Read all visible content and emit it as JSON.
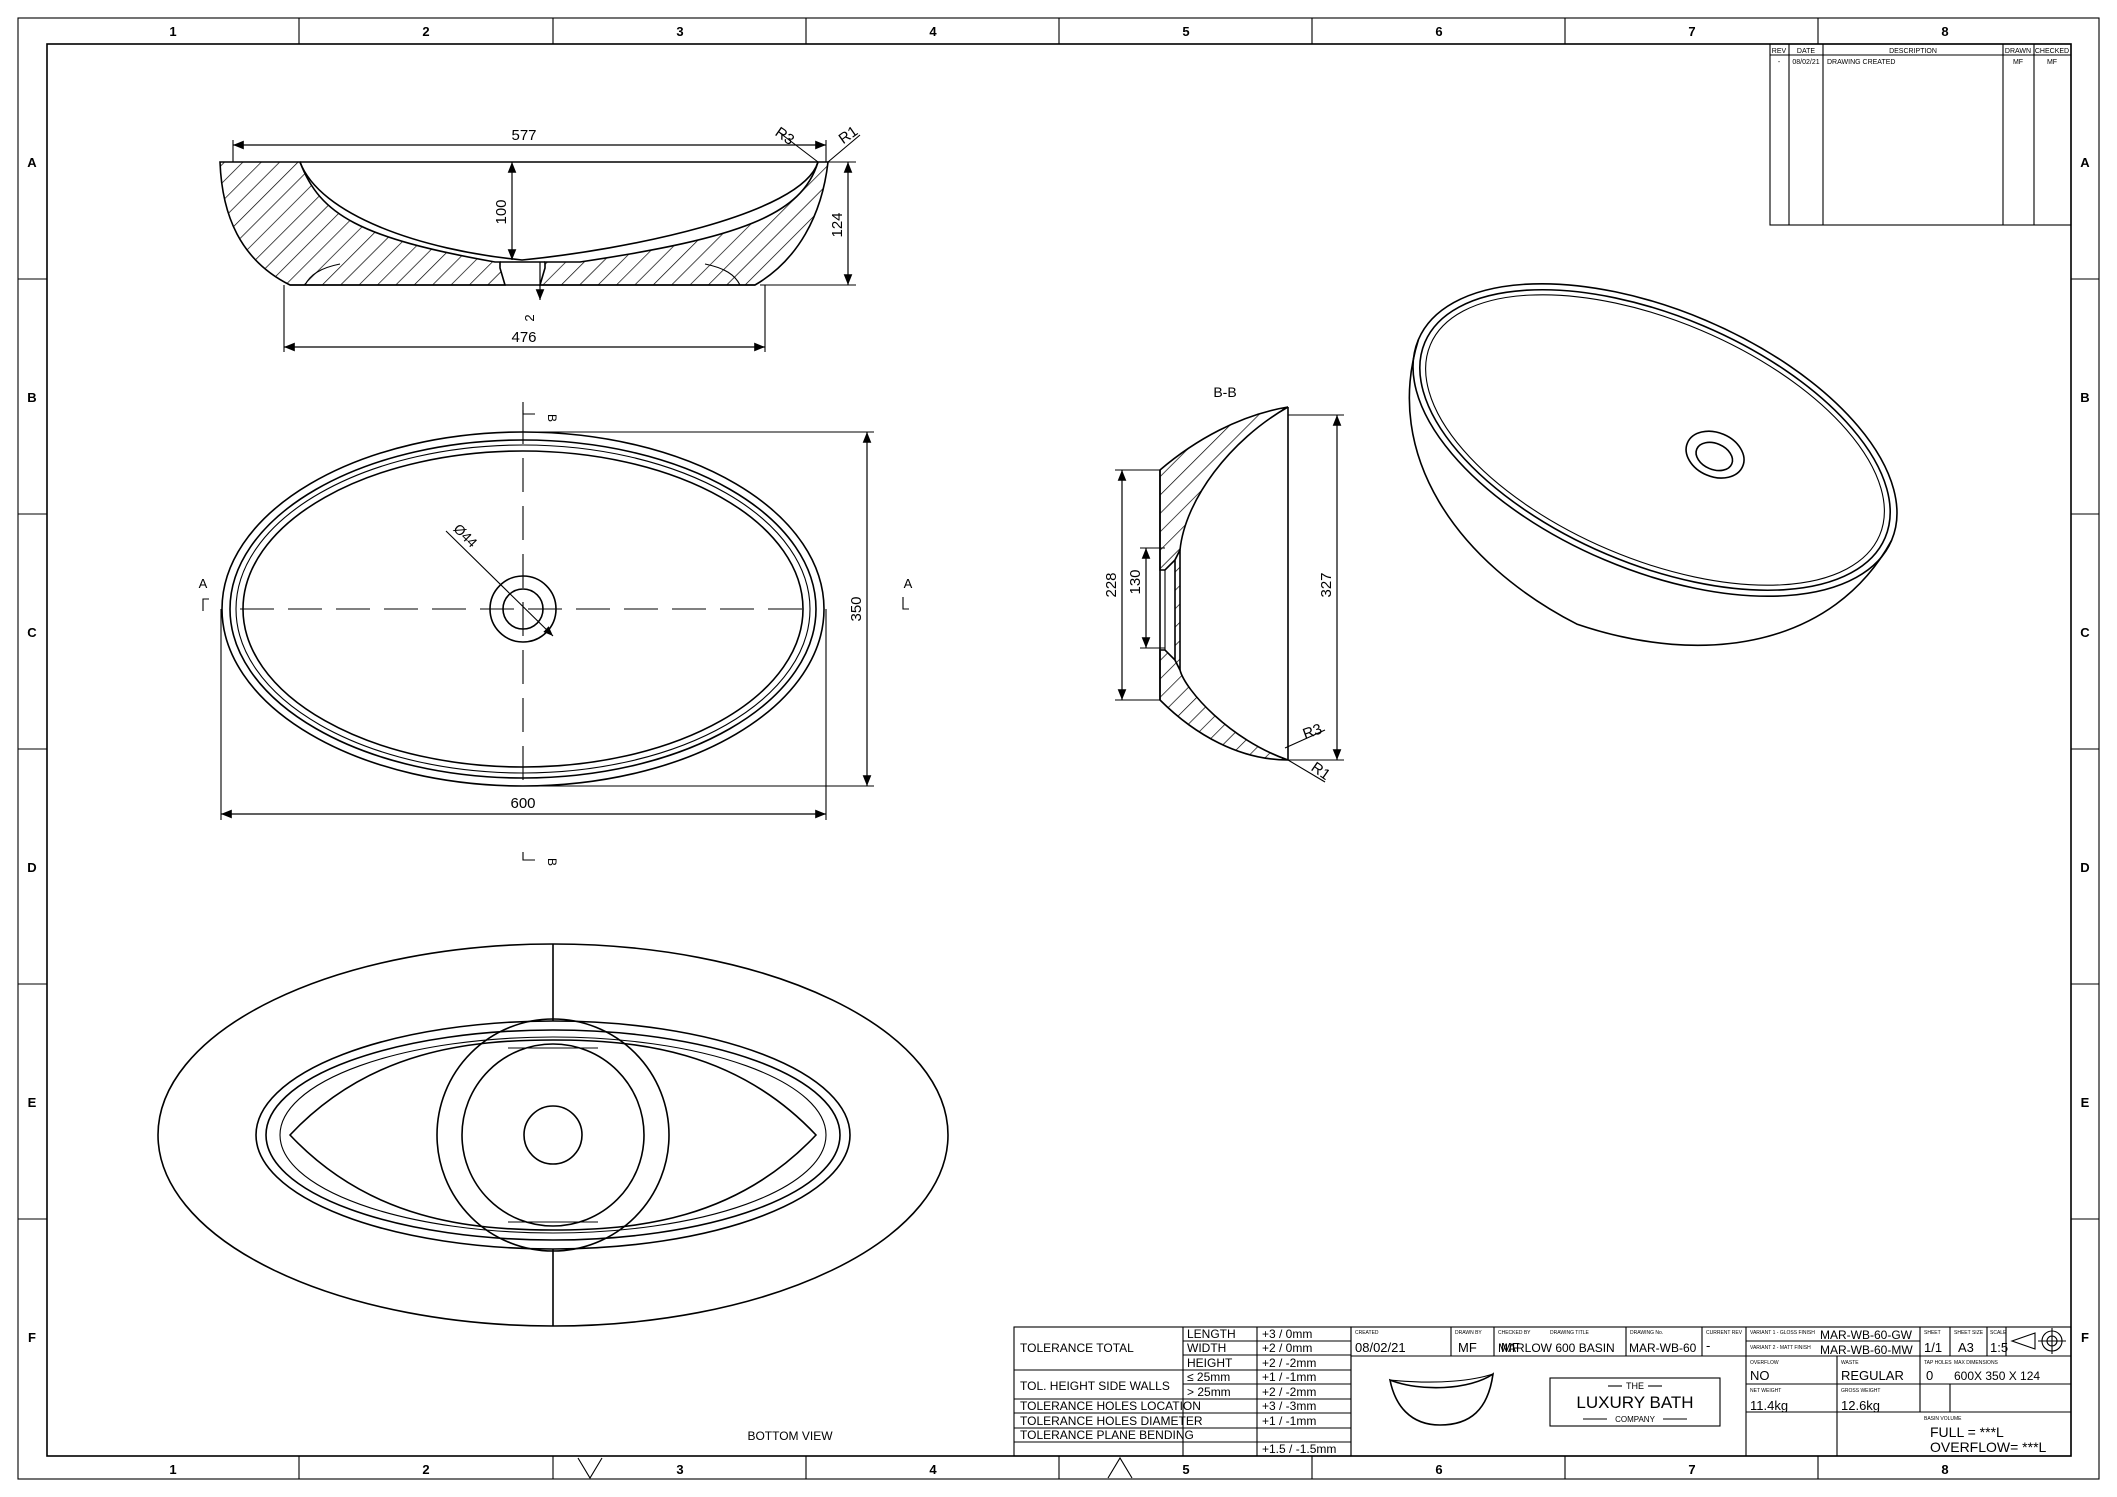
{
  "frame": {
    "columns": [
      "1",
      "2",
      "3",
      "4",
      "5",
      "6",
      "7",
      "8"
    ],
    "rows": [
      "A",
      "B",
      "C",
      "D",
      "E",
      "F"
    ]
  },
  "revision_table": {
    "headers": [
      "REV",
      "DATE",
      "DESCRIPTION",
      "DRAWN",
      "CHECKED"
    ],
    "rows": [
      {
        "rev": "-",
        "date": "08/02/21",
        "description": "DRAWING CREATED",
        "drawn": "MF",
        "checked": "MF"
      }
    ]
  },
  "section_view": {
    "dim_overall_length": "577",
    "dim_depth": "100",
    "dim_height": "124",
    "dim_base": "476",
    "dim_gap": "2",
    "radius_inner": "R3",
    "radius_outer": "R1"
  },
  "top_view": {
    "dim_length": "600",
    "dim_width": "350",
    "dim_waste": "Ø44",
    "section_a": "A",
    "section_b": "B"
  },
  "bb_view": {
    "title": "B-B",
    "dim_height": "327",
    "dim_outer": "228",
    "dim_inner": "130",
    "radius_inner": "R3",
    "radius_outer": "R1"
  },
  "bottom_view": {
    "label": "BOTTOM VIEW"
  },
  "tolerances": {
    "total_label": "TOLERANCE TOTAL",
    "length_label": "LENGTH",
    "length_value": "+3 / 0mm",
    "width_label": "WIDTH",
    "width_value": "+2 / 0mm",
    "height_label": "HEIGHT",
    "height_value": "+2 / -2mm",
    "walls_label": "TOL. HEIGHT SIDE WALLS",
    "walls_le": "≤ 25mm",
    "walls_le_value": "+1 / -1mm",
    "walls_gt": "> 25mm",
    "walls_gt_value": "+2 / -2mm",
    "holes_location_label": "TOLERANCE HOLES LOCATION",
    "holes_location_value": "+3 / -3mm",
    "holes_diameter_label": "TOLERANCE HOLES DIAMETER",
    "holes_diameter_value": "+1 / -1mm",
    "plane_label": "TOLERANCE PLANE BENDING",
    "plane_value": "+1.5 / -1.5mm"
  },
  "title_block": {
    "created_label": "CREATED",
    "created_value": "08/02/21",
    "drawn_label": "DRAWN BY",
    "drawn_value": "MF",
    "checked_label": "CHECKED BY",
    "checked_value": "MF",
    "drawing_title_label": "DRAWING TITLE",
    "drawing_title_value": "MARLOW 600 BASIN",
    "drawing_no_label": "DRAWING No.",
    "drawing_no_value": "MAR-WB-60",
    "current_rev_label": "CURRENT REV",
    "current_rev_value": "-",
    "variant1_label": "VARIANT 1 - GLOSS FINISH",
    "variant1_value": "MAR-WB-60-GW",
    "variant2_label": "VARIANT 2 - MATT FINISH",
    "variant2_value": "MAR-WB-60-MW",
    "sheet_label": "SHEET",
    "sheet_value": "1/1",
    "sheet_size_label": "SHEET SIZE",
    "sheet_size_value": "A3",
    "scale_label": "SCALE",
    "scale_value": "1:5",
    "logo_the": "THE",
    "logo_main": "LUXURY BATH",
    "logo_company": "COMPANY",
    "overflow_label": "OVERFLOW",
    "overflow_value": "NO",
    "waste_label": "WASTE",
    "waste_value": "REGULAR",
    "tapholes_label": "TAP HOLES",
    "tapholes_value": "0",
    "dimensions_label": "MAX DIMENSIONS",
    "dimensions_value": "600X 350 X 124",
    "net_weight_label": "NET WEIGHT",
    "net_weight_value": "11.4kg",
    "gross_weight_label": "GROSS WEIGHT",
    "gross_weight_value": "12.6kg",
    "volume_label": "BASIN VOLUME",
    "volume_full": "FULL = ***L",
    "volume_overflow": "OVERFLOW= ***L"
  }
}
